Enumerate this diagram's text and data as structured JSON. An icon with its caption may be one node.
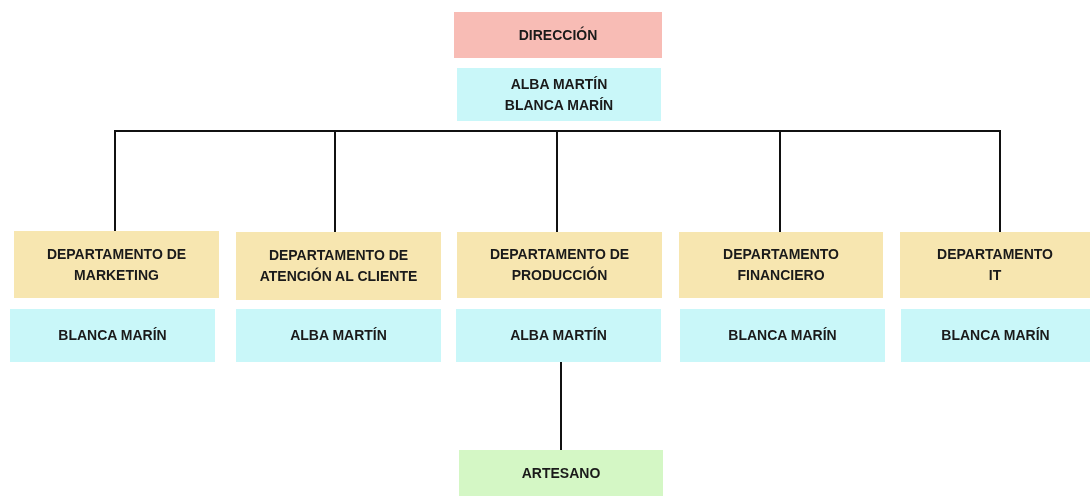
{
  "diagram": {
    "nodes": [
      {
        "text": [
          "DIRECCIÓN"
        ]
      },
      {
        "text": [
          "ALBA MARTÍN",
          "BLANCA MARÍN"
        ]
      },
      {
        "text": [
          "DEPARTAMENTO DE MARKETING"
        ]
      },
      {
        "text": [
          "BLANCA MARÍN"
        ]
      },
      {
        "text": [
          "DEPARTAMENTO DE ATENCIÓN AL CLIENTE"
        ]
      },
      {
        "text": [
          "ALBA MARTÍN"
        ]
      },
      {
        "text": [
          "DEPARTAMENTO DE PRODUCCIÓN"
        ]
      },
      {
        "text": [
          "ALBA MARTÍN"
        ]
      },
      {
        "text": [
          "DEPARTAMENTO FINANCIERO"
        ]
      },
      {
        "text": [
          "BLANCA MARÍN"
        ]
      },
      {
        "text": [
          "DEPARTAMENTO IT"
        ]
      },
      {
        "text": [
          "BLANCA MARÍN"
        ]
      },
      {
        "text": [
          "ARTESANO"
        ]
      }
    ],
    "edges": [
      {
        "from": 1,
        "to": 2,
        "arrow": "none"
      },
      {
        "from": 1,
        "to": 4,
        "arrow": "none"
      },
      {
        "from": 1,
        "to": 6,
        "arrow": "none"
      },
      {
        "from": 1,
        "to": 8,
        "arrow": "none"
      },
      {
        "from": 1,
        "to": 10,
        "arrow": "none"
      },
      {
        "from": 7,
        "to": 12,
        "arrow": "none"
      }
    ]
  }
}
